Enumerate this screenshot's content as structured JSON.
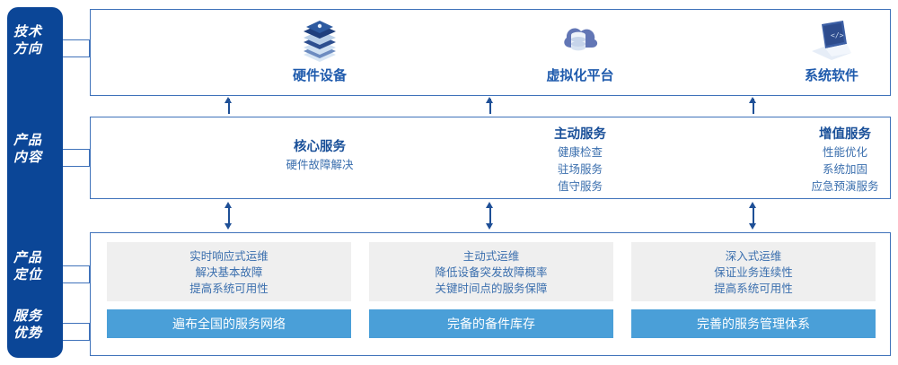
{
  "colors": {
    "sidebar_bg": "#0b4697",
    "panel_border": "#3f72ba",
    "title_blue": "#1a5099",
    "text_blue": "#3b6fae",
    "bar_blue": "#4a9fd8",
    "card_grey": "#efefef",
    "arrow": "#1e4f96"
  },
  "sidebar": {
    "items": [
      {
        "name": "technology-direction",
        "lines": [
          "技术",
          "方向"
        ]
      },
      {
        "name": "product-content",
        "lines": [
          "产品",
          "内容"
        ]
      },
      {
        "name": "product-positioning",
        "lines": [
          "产品",
          "定位"
        ]
      },
      {
        "name": "service-advantage",
        "lines": [
          "服务",
          "优势"
        ]
      }
    ]
  },
  "tech_row": {
    "columns": [
      {
        "label": "硬件设备",
        "icon": "server-stack-icon"
      },
      {
        "label": "虚拟化平台",
        "icon": "cloud-database-icon"
      },
      {
        "label": "系统软件",
        "icon": "laptop-code-icon"
      }
    ]
  },
  "content_row": {
    "columns": [
      {
        "title": "核心服务",
        "items": [
          "硬件故障解决"
        ]
      },
      {
        "title": "主动服务",
        "items": [
          "健康检查",
          "驻场服务",
          "值守服务"
        ]
      },
      {
        "title": "增值服务",
        "items": [
          "性能优化",
          "系统加固",
          "应急预演服务"
        ]
      }
    ]
  },
  "bottom_row": {
    "positioning_cards": [
      {
        "lines": [
          "实时响应式运维",
          "解决基本故障",
          "提高系统可用性"
        ]
      },
      {
        "lines": [
          "主动式运维",
          "降低设备突发故障概率",
          "关键时间点的服务保障"
        ]
      },
      {
        "lines": [
          "深入式运维",
          "保证业务连续性",
          "提高系统可用性"
        ]
      }
    ],
    "advantage_bars": [
      {
        "label": "遍布全国的服务网络"
      },
      {
        "label": "完备的备件库存"
      },
      {
        "label": "完善的服务管理体系"
      }
    ]
  }
}
